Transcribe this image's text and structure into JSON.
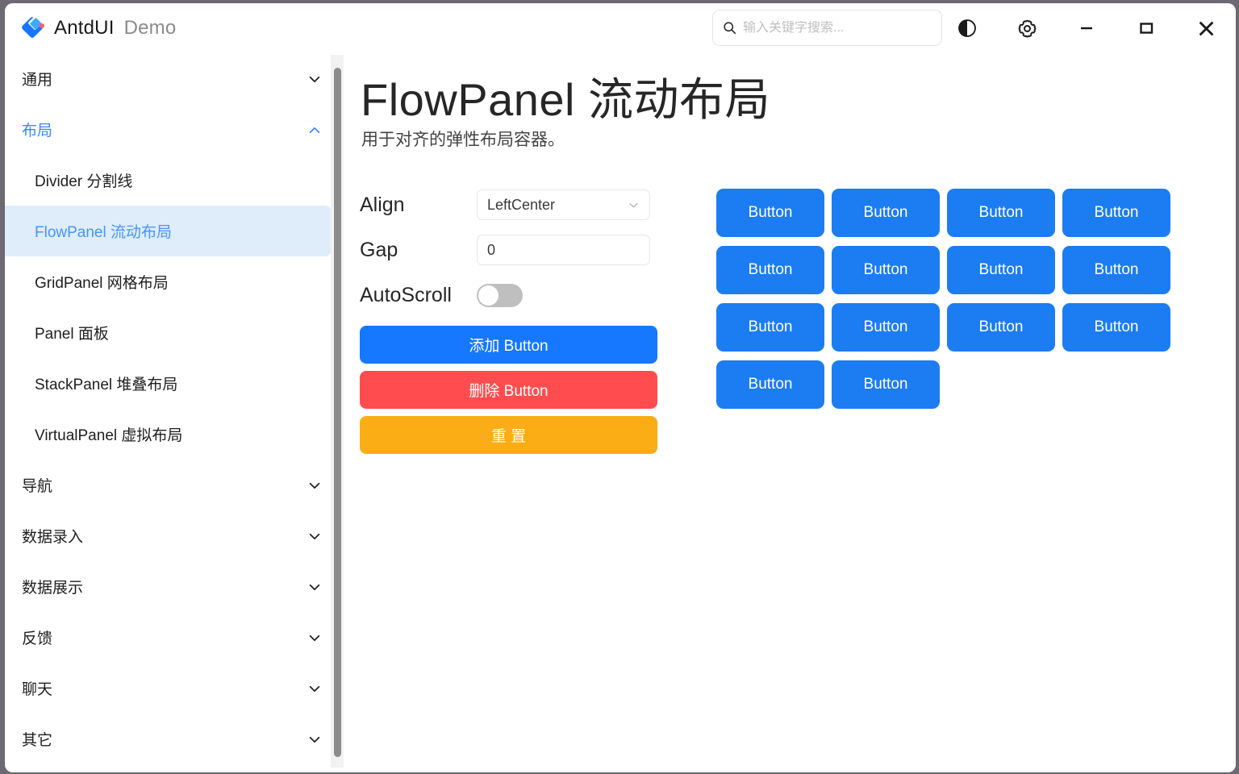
{
  "titlebar": {
    "logo_icon": "antdui-logo-icon",
    "app_name": "AntdUI",
    "app_suffix": "Demo",
    "search": {
      "icon": "search-icon",
      "placeholder": "输入关键字搜索...",
      "value": ""
    },
    "actions": [
      {
        "name": "theme-toggle-button",
        "icon": "half-circle-icon"
      },
      {
        "name": "settings-button",
        "icon": "gear-icon"
      },
      {
        "name": "minimize-button",
        "icon": "minimize-icon"
      },
      {
        "name": "maximize-button",
        "icon": "maximize-icon"
      },
      {
        "name": "close-button",
        "icon": "close-icon"
      }
    ]
  },
  "sidebar": {
    "groups": [
      {
        "label": "通用",
        "expanded": false,
        "items": []
      },
      {
        "label": "布局",
        "expanded": true,
        "items": [
          {
            "label": "Divider 分割线",
            "selected": false
          },
          {
            "label": "FlowPanel 流动布局",
            "selected": true
          },
          {
            "label": "GridPanel 网格布局",
            "selected": false
          },
          {
            "label": "Panel 面板",
            "selected": false
          },
          {
            "label": "StackPanel 堆叠布局",
            "selected": false
          },
          {
            "label": "VirtualPanel 虚拟布局",
            "selected": false
          }
        ]
      },
      {
        "label": "导航",
        "expanded": false,
        "items": []
      },
      {
        "label": "数据录入",
        "expanded": false,
        "items": []
      },
      {
        "label": "数据展示",
        "expanded": false,
        "items": []
      },
      {
        "label": "反馈",
        "expanded": false,
        "items": []
      },
      {
        "label": "聊天",
        "expanded": false,
        "items": []
      },
      {
        "label": "其它",
        "expanded": false,
        "items": []
      }
    ]
  },
  "main": {
    "title": "FlowPanel 流动布局",
    "description": "用于对齐的弹性布局容器。",
    "form": {
      "align_label": "Align",
      "align_value": "LeftCenter",
      "gap_label": "Gap",
      "gap_value": "0",
      "autoscroll_label": "AutoScroll",
      "autoscroll_on": false
    },
    "actions": [
      {
        "label": "添加 Button",
        "color": "#1677ff"
      },
      {
        "label": "删除 Button",
        "color": "#ff4d4f"
      },
      {
        "label": "重 置",
        "color": "#faad14"
      }
    ],
    "flow_buttons": [
      "Button",
      "Button",
      "Button",
      "Button",
      "Button",
      "Button",
      "Button",
      "Button",
      "Button",
      "Button",
      "Button",
      "Button",
      "Button",
      "Button"
    ]
  },
  "colors": {
    "primary": "#1677ff",
    "danger": "#ff4d4f",
    "warning": "#faad14",
    "selected_bg": "#dfedfb",
    "selected_text": "#4795f5"
  }
}
